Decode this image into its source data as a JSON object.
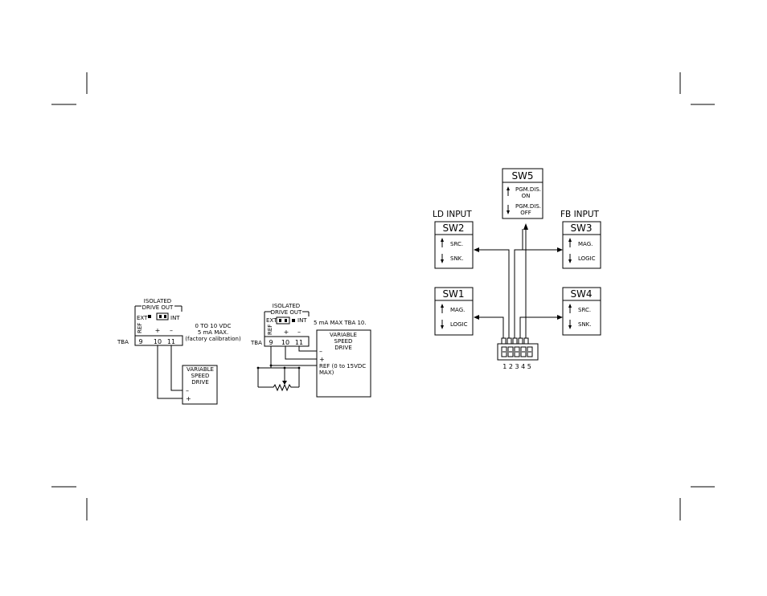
{
  "diagram1": {
    "header_line1": "ISOLATED",
    "header_line2": "DRIVE OUT",
    "ext": "EXT",
    "int": "INT",
    "ref": "REF",
    "plus": "+",
    "minus": "–",
    "spec_line1": "0 TO 10 VDC",
    "spec_line2": "5 mA MAX.",
    "spec_line3": "(factory calibration)",
    "tba": "TBA",
    "t9": "9",
    "t10": "10",
    "t11": "11",
    "drive_line1": "VARIABLE",
    "drive_line2": "SPEED",
    "drive_line3": "DRIVE",
    "drive_minus": "–",
    "drive_plus": "+"
  },
  "diagram2": {
    "header_line1": "ISOLATED",
    "header_line2": "DRIVE OUT",
    "ext": "EXT",
    "int": "INT",
    "ref": "REF",
    "plus": "+",
    "minus": "–",
    "max_note": "5 mA MAX TBA 10.",
    "tba": "TBA",
    "t9": "9",
    "t10": "10",
    "t11": "11",
    "drive_line1": "VARIABLE",
    "drive_line2": "SPEED",
    "drive_line3": "DRIVE",
    "drive_minus": "–",
    "drive_plus": "+",
    "drive_ref1": "REF (0 to 15VDC",
    "drive_ref2": "MAX)"
  },
  "switches": {
    "ld_input": "LD INPUT",
    "fb_input": "FB INPUT",
    "sw5": {
      "title": "SW5",
      "up": "PGM.DIS.",
      "up2": "ON",
      "down": "PGM.DIS.",
      "down2": "OFF"
    },
    "sw2": {
      "title": "SW2",
      "up": "SRC.",
      "down": "SNK."
    },
    "sw1": {
      "title": "SW1",
      "up": "MAG.",
      "down": "LOGIC"
    },
    "sw3": {
      "title": "SW3",
      "up": "MAG.",
      "down": "LOGIC"
    },
    "sw4": {
      "title": "SW4",
      "up": "SRC.",
      "down": "SNK."
    },
    "dip_numbers": "1 2 3 4 5"
  }
}
